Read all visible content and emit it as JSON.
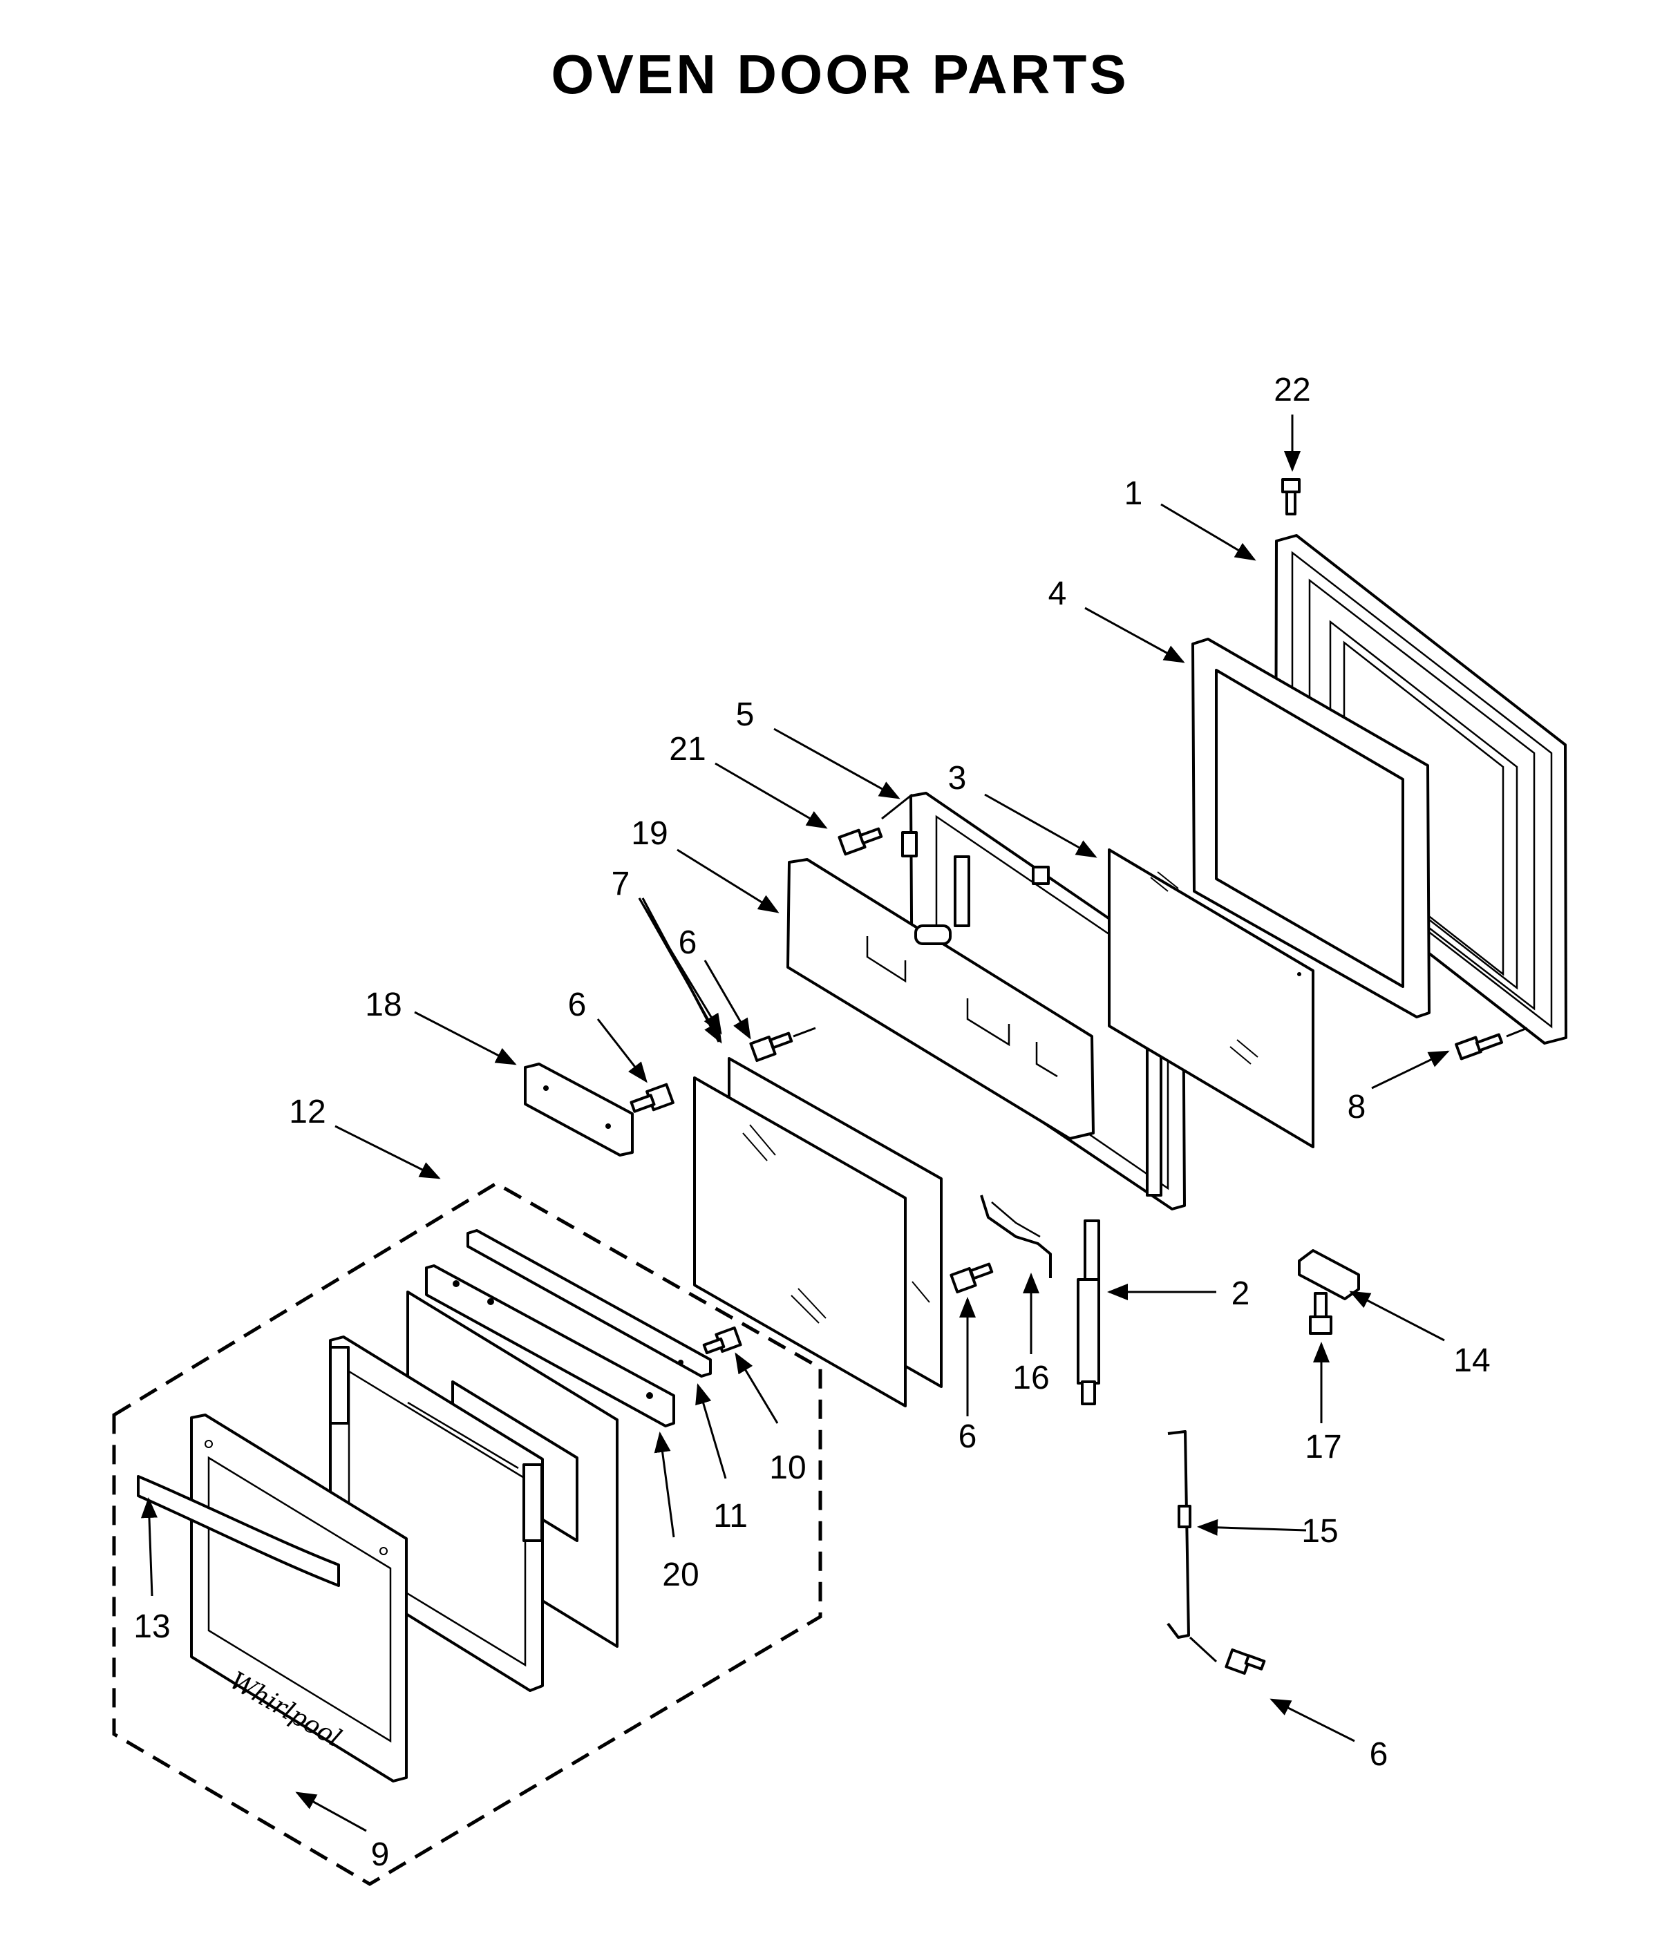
{
  "title": "OVEN DOOR PARTS",
  "callouts": [
    {
      "id": "c22",
      "text": "22"
    },
    {
      "id": "c1",
      "text": "1"
    },
    {
      "id": "c4",
      "text": "4"
    },
    {
      "id": "c5",
      "text": "5"
    },
    {
      "id": "c21",
      "text": "21"
    },
    {
      "id": "c3",
      "text": "3"
    },
    {
      "id": "c19",
      "text": "19"
    },
    {
      "id": "c7",
      "text": "7"
    },
    {
      "id": "c6a",
      "text": "6"
    },
    {
      "id": "c18",
      "text": "18"
    },
    {
      "id": "c6b",
      "text": "6"
    },
    {
      "id": "c8",
      "text": "8"
    },
    {
      "id": "c12",
      "text": "12"
    },
    {
      "id": "c2",
      "text": "2"
    },
    {
      "id": "c14",
      "text": "14"
    },
    {
      "id": "c16",
      "text": "16"
    },
    {
      "id": "c6c",
      "text": "6"
    },
    {
      "id": "c17",
      "text": "17"
    },
    {
      "id": "c10",
      "text": "10"
    },
    {
      "id": "c11",
      "text": "11"
    },
    {
      "id": "c15",
      "text": "15"
    },
    {
      "id": "c20",
      "text": "20"
    },
    {
      "id": "c13",
      "text": "13"
    },
    {
      "id": "c6d",
      "text": "6"
    },
    {
      "id": "c9",
      "text": "9"
    }
  ]
}
